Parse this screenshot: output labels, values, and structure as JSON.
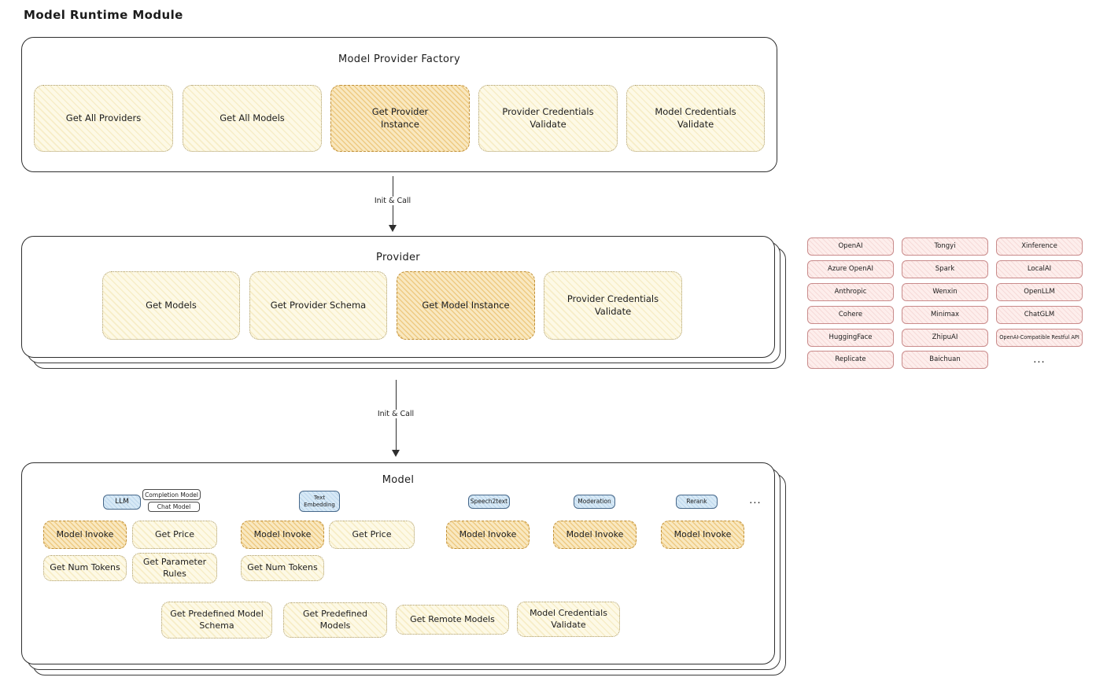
{
  "page_title": "Model Runtime Module",
  "factory": {
    "title": "Model Provider Factory",
    "items": [
      "Get All Providers",
      "Get All Models",
      "Get Provider Instance",
      "Provider Credentials Validate",
      "Model Credentials Validate"
    ]
  },
  "arrow1": {
    "label": "Init & Call"
  },
  "arrow2": {
    "label": "Init & Call"
  },
  "provider": {
    "title": "Provider",
    "items": [
      "Get Models",
      "Get Provider Schema",
      "Get Model Instance",
      "Provider Credentials Validate"
    ]
  },
  "provider_grid": {
    "cells": [
      "OpenAI",
      "Tongyi",
      "Xinference",
      "Azure OpenAI",
      "Spark",
      "LocalAI",
      "Anthropic",
      "Wenxin",
      "OpenLLM",
      "Cohere",
      "Minimax",
      "ChatGLM",
      "HuggingFace",
      "ZhipuAI",
      "OpenAI-Compatible Restful API",
      "Replicate",
      "Baichuan"
    ],
    "more": "..."
  },
  "model": {
    "title": "Model",
    "types": {
      "llm": "LLM",
      "completion": "Completion Model",
      "chat": "Chat Model",
      "text_embedding": "Text Embedding",
      "speech2text": "Speech2text",
      "moderation": "Moderation",
      "rerank": "Rerank",
      "more": "..."
    },
    "llm_actions": [
      "Model Invoke",
      "Get Price",
      "Get Num Tokens",
      "Get Parameter Rules"
    ],
    "embedding_actions": [
      "Model Invoke",
      "Get Price",
      "Get Num Tokens"
    ],
    "speech2text_actions": [
      "Model Invoke"
    ],
    "moderation_actions": [
      "Model Invoke"
    ],
    "rerank_actions": [
      "Model Invoke"
    ],
    "common_actions": [
      "Get Predefined Model Schema",
      "Get Predefined Models",
      "Get Remote Models",
      "Model Credentials Validate"
    ]
  },
  "palette": {
    "yellow_fill": "#fdf9e6",
    "highlight_fill": "#f9e8c0",
    "blue_fill": "#d7e9f6",
    "pink_fill": "#fdeeec",
    "outline": "#2e2e2e"
  }
}
